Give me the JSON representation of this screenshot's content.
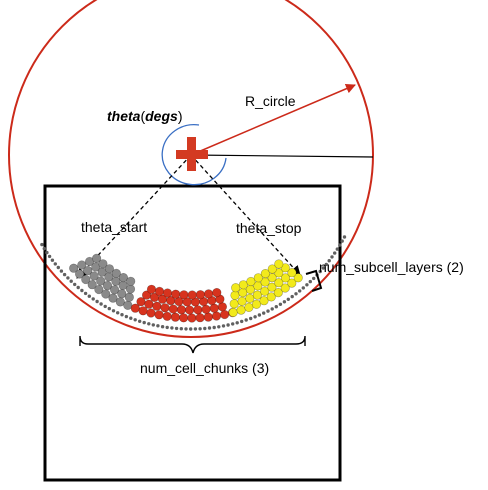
{
  "labels": {
    "theta_italic": "theta",
    "theta_paren_open": "(",
    "theta_degs": "degs",
    "theta_paren_close": ")",
    "r_circle": "R_circle",
    "theta_start": "theta_start",
    "theta_stop": "theta_stop",
    "num_subcell_layers": "num_subcell_layers (2)",
    "num_cell_chunks": "num_cell_chunks (3)"
  },
  "colors": {
    "circle": "#cc2a1a",
    "r_arrow": "#cc2a1a",
    "center_cross": "#d33a22",
    "theta_arc": "#3a6fc4",
    "outline": "#000000",
    "dashed_arrows": "#000000",
    "chunk_gray": "#8a8a8a",
    "chunk_red": "#d7331e",
    "chunk_yellow": "#f2ea1c",
    "small_dots": "#606060"
  },
  "diagram": {
    "cell_chunks": [
      {
        "name": "chunk-gray",
        "color_key": "chunk_gray"
      },
      {
        "name": "chunk-red",
        "color_key": "chunk_red"
      },
      {
        "name": "chunk-yellow",
        "color_key": "chunk_yellow"
      }
    ],
    "num_cell_chunks": 3,
    "num_subcell_layers": 2
  }
}
